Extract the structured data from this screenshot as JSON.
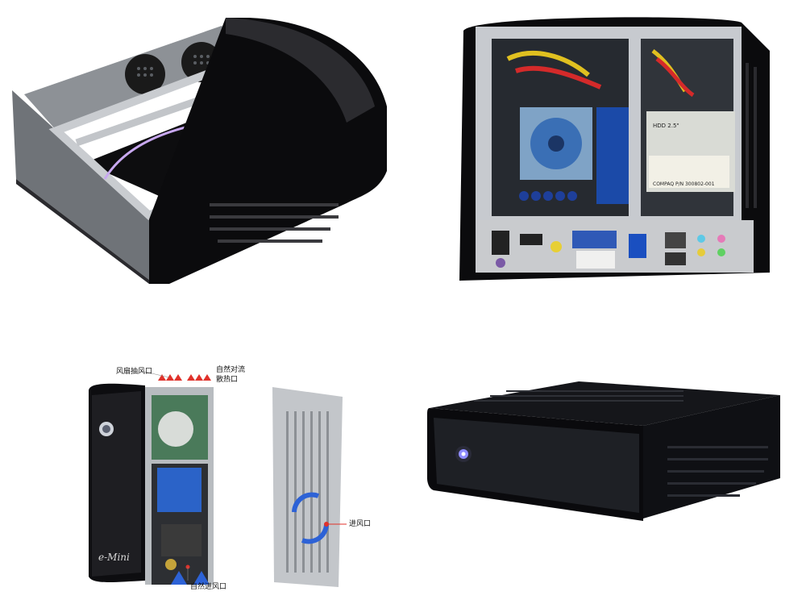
{
  "labels": {
    "fan_exhaust": "风扇抽风口",
    "natural_convection_1": "自然对流",
    "natural_convection_2": "散热口",
    "air_intake": "进风口",
    "natural_intake": "自然进风口"
  },
  "brand": "e-Mini",
  "stickers": {
    "hdd_model": "HDD 2.5\"",
    "hdd_part": "COMPAQ P/N 300802-001"
  },
  "colors": {
    "chassis_black": "#111111",
    "frame_silver": "#b9bcc0",
    "airflow_red": "#e0322b",
    "airflow_blue": "#2d62d6",
    "power_led": "#8e8cff"
  }
}
